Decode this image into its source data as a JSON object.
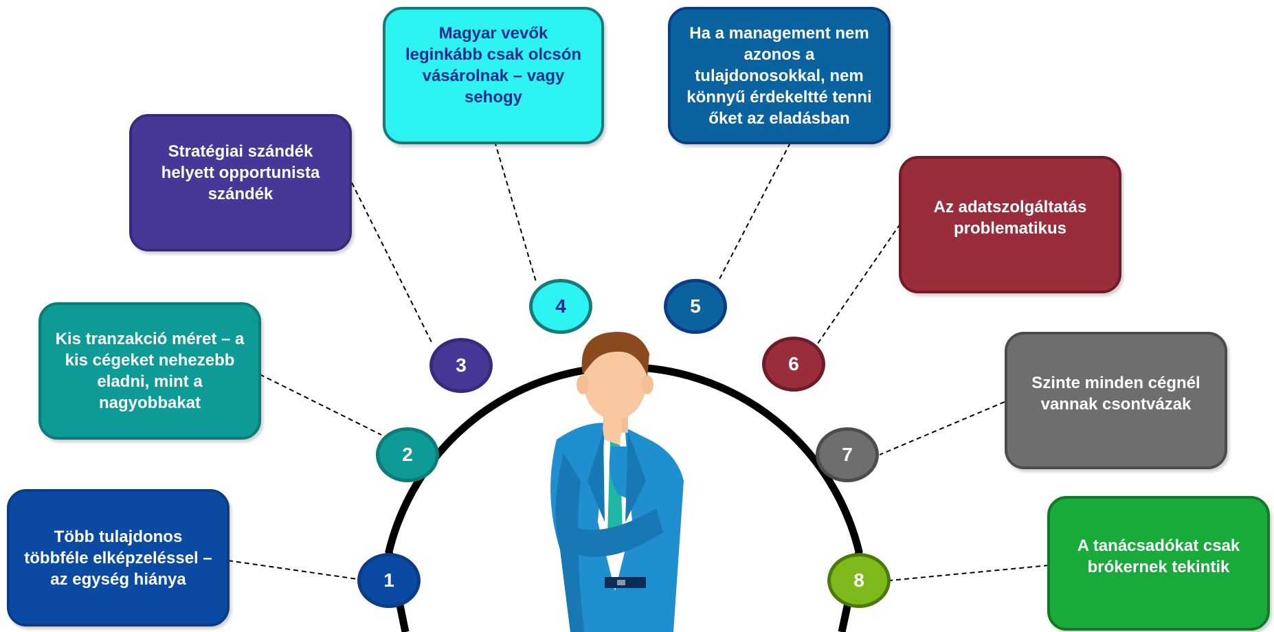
{
  "colors": {
    "c1": "#0b4aa3",
    "c2": "#0e9a96",
    "c3": "#473796",
    "c4": "#2cf2f2",
    "c5": "#0a639e",
    "c6": "#9a2d3b",
    "c7": "#6e6e6e",
    "c8": "#1aaa3c"
  },
  "items": [
    {
      "number": "1",
      "text": "Több tulajdonos többféle elképzeléssel – az egység hiánya"
    },
    {
      "number": "2",
      "text": "Kis tranzakció méret – a kis cégeket nehezebb eladni, mint a nagyobbakat"
    },
    {
      "number": "3",
      "text": "Stratégiai szándék helyett opportunista szándék"
    },
    {
      "number": "4",
      "text": "Magyar vevők leginkább csak olcsón vásárolnak – vagy sehogy"
    },
    {
      "number": "5",
      "text": "Ha a management nem azonos a tulajdonosokkal, nem könnyű érdekeltté tenni őket az eladásban"
    },
    {
      "number": "6",
      "text": "Az adatszolgáltatás problematikus"
    },
    {
      "number": "7",
      "text": "Szinte minden cégnél vannak csontvázak"
    },
    {
      "number": "8",
      "text": "A tanácsadókat csak brókernek tekintik"
    }
  ],
  "person_icon": "thinking-businessman-icon"
}
